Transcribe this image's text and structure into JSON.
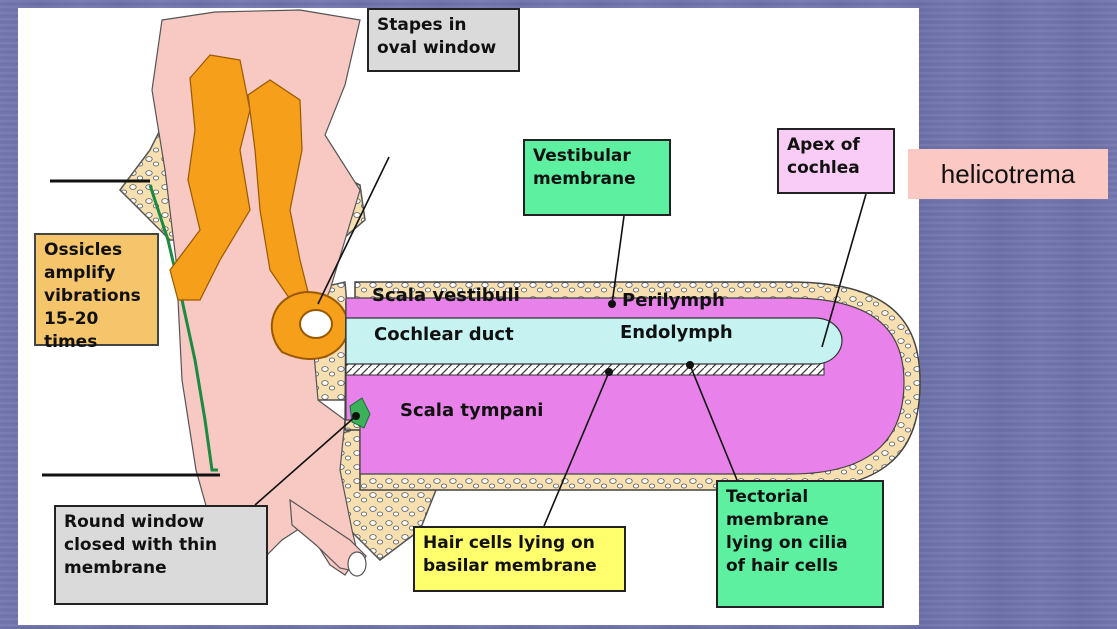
{
  "colors": {
    "background": "#6f73ad",
    "panel": "#ffffff",
    "bone": "#f6dfb0",
    "ear_canal": "#f7c9c2",
    "ossicles": "#f59f1a",
    "scala": "#e882ea",
    "cochlear_duct": "#c6f2f2",
    "label_orange": "#f5c56b",
    "label_green": "#5cf0a0",
    "label_pink": "#f9ccf6",
    "label_gray": "#dadada",
    "label_yellow": "#ffff6e",
    "helicotrema_bg": "#fbc8c4"
  },
  "labels": {
    "stapes": "Stapes in\noval window",
    "vestibular": "Vestibular\nmembrane",
    "apex": "Apex of\ncochlea",
    "ossicles": "Ossicles\namplify\nvibrations\n15-20 times",
    "round_window": "Round window\nclosed with thin\nmembrane",
    "hair_cells": "Hair cells lying on\nbasilar membrane",
    "tectorial": "Tectorial\nmembrane\nlying on cilia\nof hair cells",
    "helicotrema": "helicotrema"
  },
  "regions": {
    "scala_vestibuli": "Scala vestibuli",
    "perilymph": "Perilymph",
    "cochlear_duct": "Cochlear duct",
    "endolymph": "Endolymph",
    "scala_tympani": "Scala tympani"
  }
}
